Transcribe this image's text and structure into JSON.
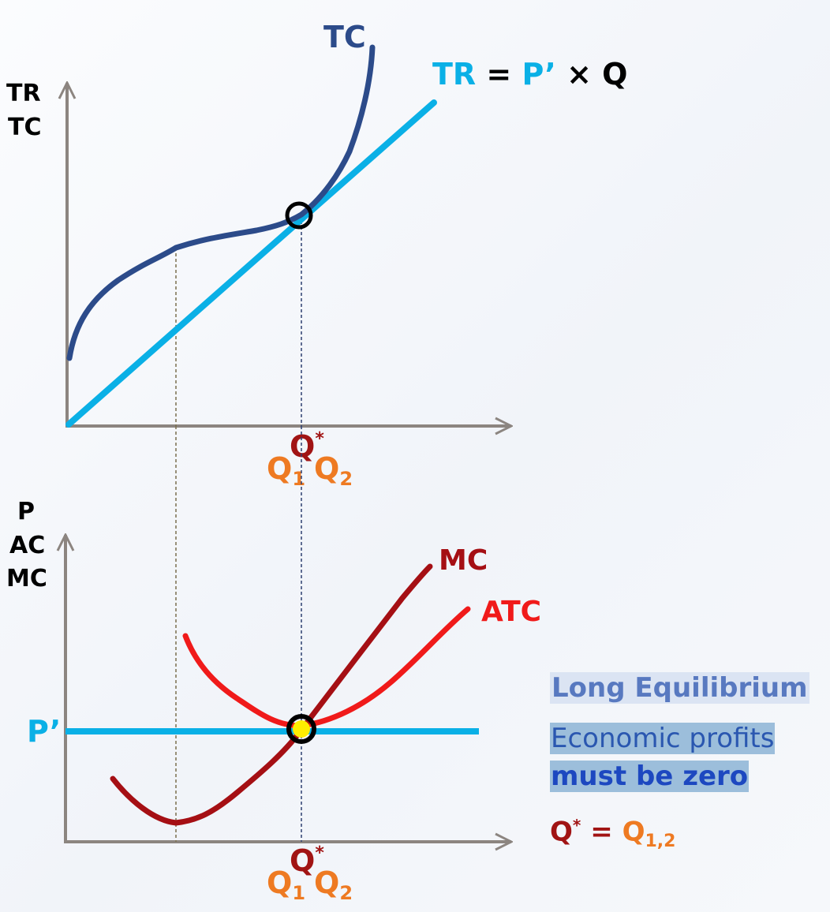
{
  "colors": {
    "axis": "#8c8580",
    "tc": "#2c4b8a",
    "tr": "#0ab0e6",
    "mc": "#a50f14",
    "atc": "#f01a1a",
    "q_label_dark": "#a11414",
    "q_label_orange": "#ee7a22",
    "highlight": "#ffee00"
  },
  "top_chart": {
    "y_label_lines": [
      "TR",
      "TC"
    ],
    "tc_label": "TC",
    "tr_label": {
      "tr": "TR",
      "eq": "=",
      "p": "P’",
      "rest": "× Q"
    },
    "q_star": {
      "q": "Q",
      "star": "*"
    },
    "q1": {
      "q": "Q",
      "sub": "1"
    },
    "q2": {
      "q": "Q",
      "sub": "2"
    }
  },
  "bottom_chart": {
    "y_label_lines": [
      "P",
      "AC",
      "MC"
    ],
    "price_label": "P’",
    "mc_label": "MC",
    "atc_label": "ATC",
    "q_star": {
      "q": "Q",
      "star": "*"
    },
    "q1": {
      "q": "Q",
      "sub": "1"
    },
    "q2": {
      "q": "Q",
      "sub": "2"
    }
  },
  "notes": {
    "title": "Long Equilibrium",
    "line1": "Economic profits",
    "line2": "must be zero",
    "equation": {
      "q": "Q",
      "star": "*",
      "eq": "=",
      "rhs": "Q",
      "rhs_sub": "1,2"
    }
  }
}
